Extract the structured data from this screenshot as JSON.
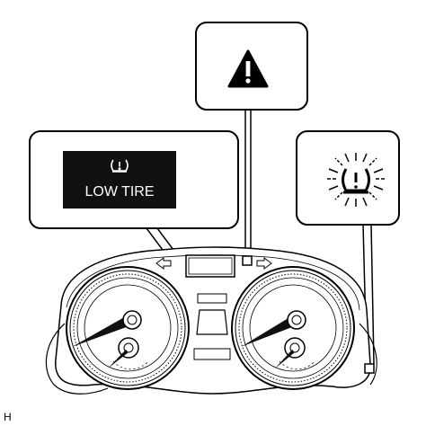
{
  "display": {
    "message": "LOW TIRE"
  },
  "figure": {
    "code_letter": "H"
  },
  "icons": {
    "display_icon": "tire-pressure-icon",
    "callout_top_icon": "master-warning-triangle-icon",
    "callout_right_icon": "tire-pressure-warning-icon-blinking"
  }
}
